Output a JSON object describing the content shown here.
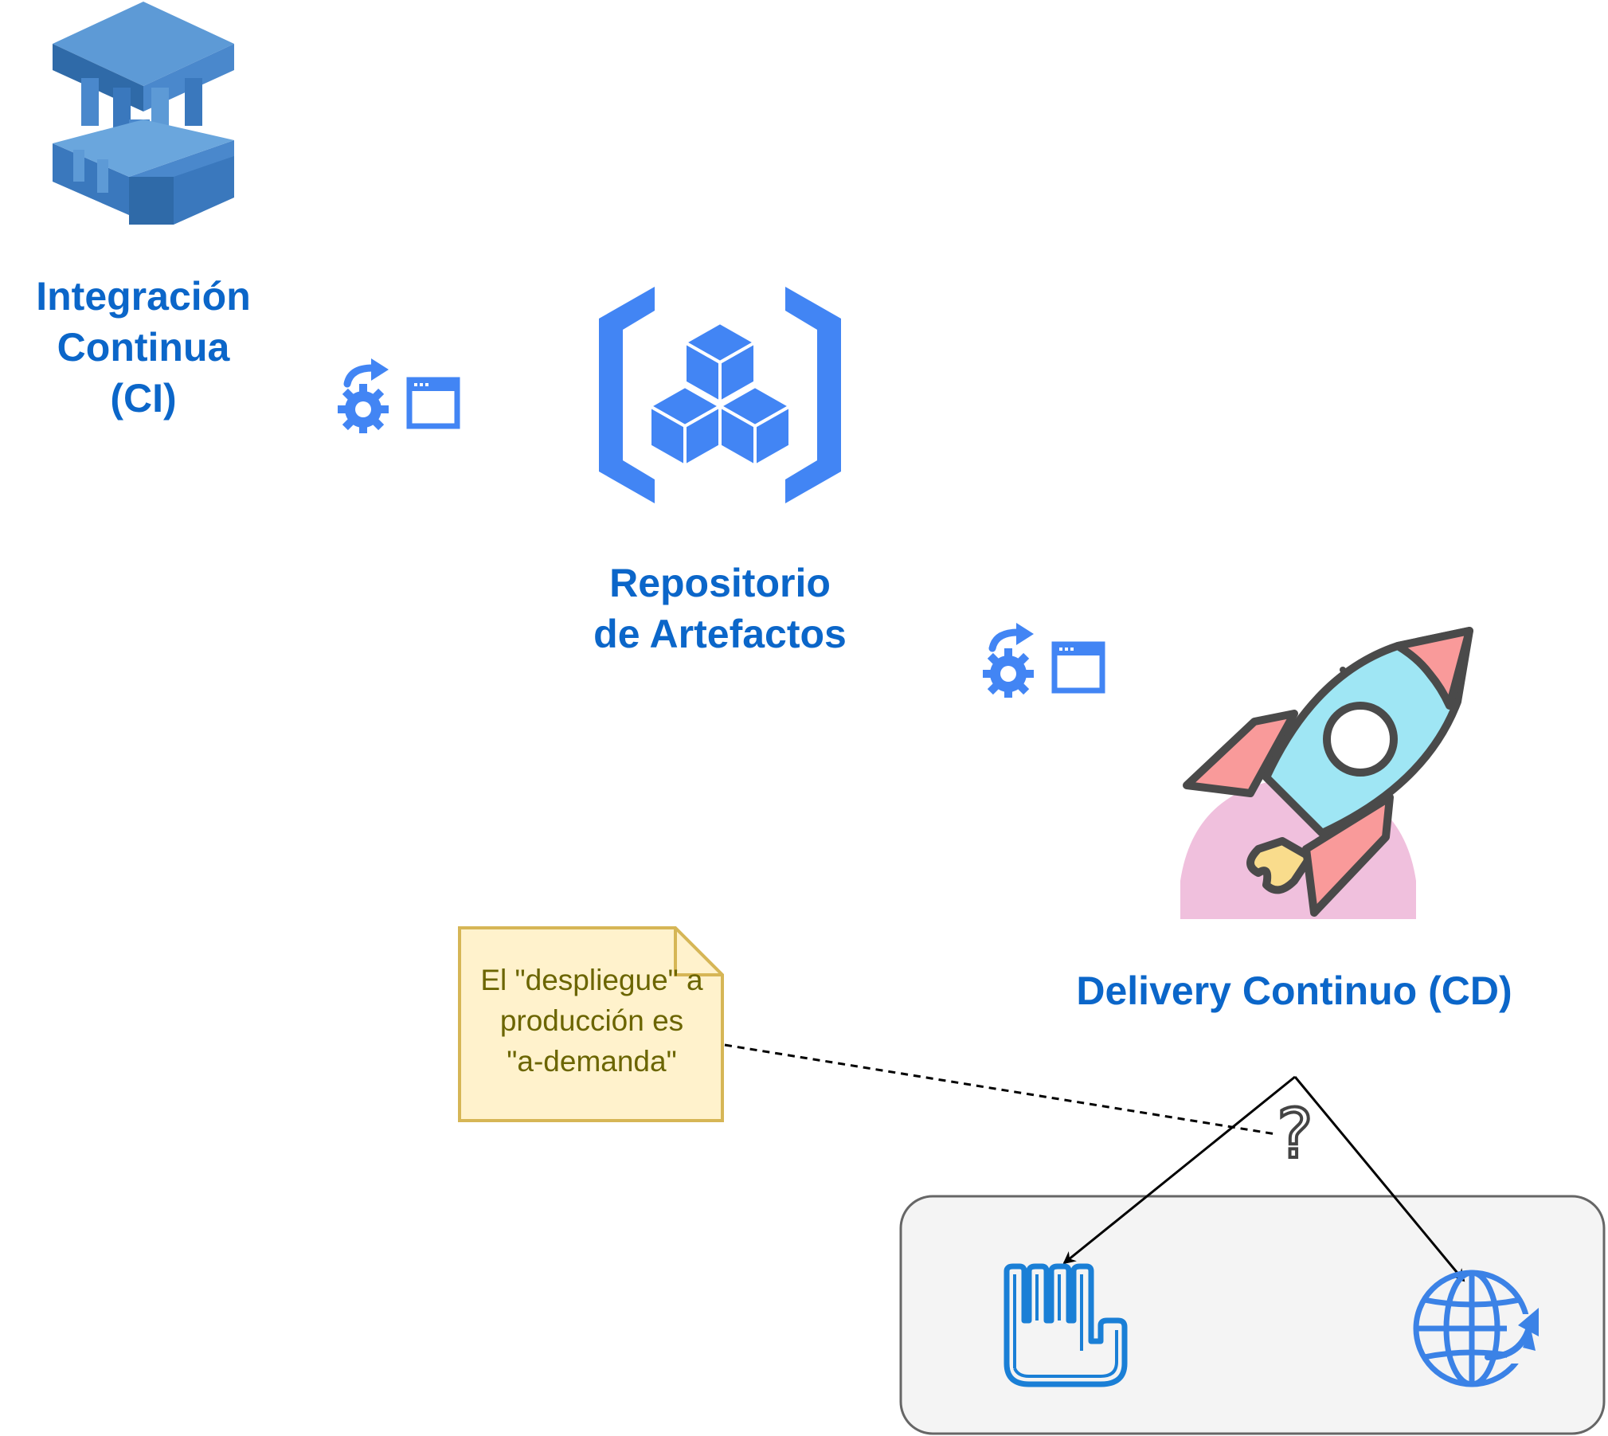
{
  "nodes": {
    "ci": {
      "label": "Integración\nContinua\n(CI)"
    },
    "repo": {
      "label": "Repositorio\nde Artefactos"
    },
    "cd": {
      "label": "Delivery Continuo (CD)"
    }
  },
  "note": {
    "text": "El \"despliegue\" a\nproducción es\n\"a-demanda\""
  },
  "decision": {
    "symbol": "?"
  },
  "icons": {
    "ci": "aws-codebuild-blocks-icon",
    "deploy_1": "deploy-gear-window-icon",
    "repo": "artifact-registry-icon",
    "deploy_2": "deploy-gear-window-icon",
    "cd": "rocket-icon",
    "manual": "hand-stop-icon",
    "auto": "globe-refresh-icon"
  },
  "colors": {
    "label_blue": "#0b66c9",
    "icon_blue": "#4285f4",
    "aws_blue": "#3f7fc5",
    "note_fill": "#fff2cc",
    "note_border": "#d6b656",
    "note_text": "#6b6500",
    "group_fill": "#f4f4f4",
    "group_border": "#666666"
  }
}
